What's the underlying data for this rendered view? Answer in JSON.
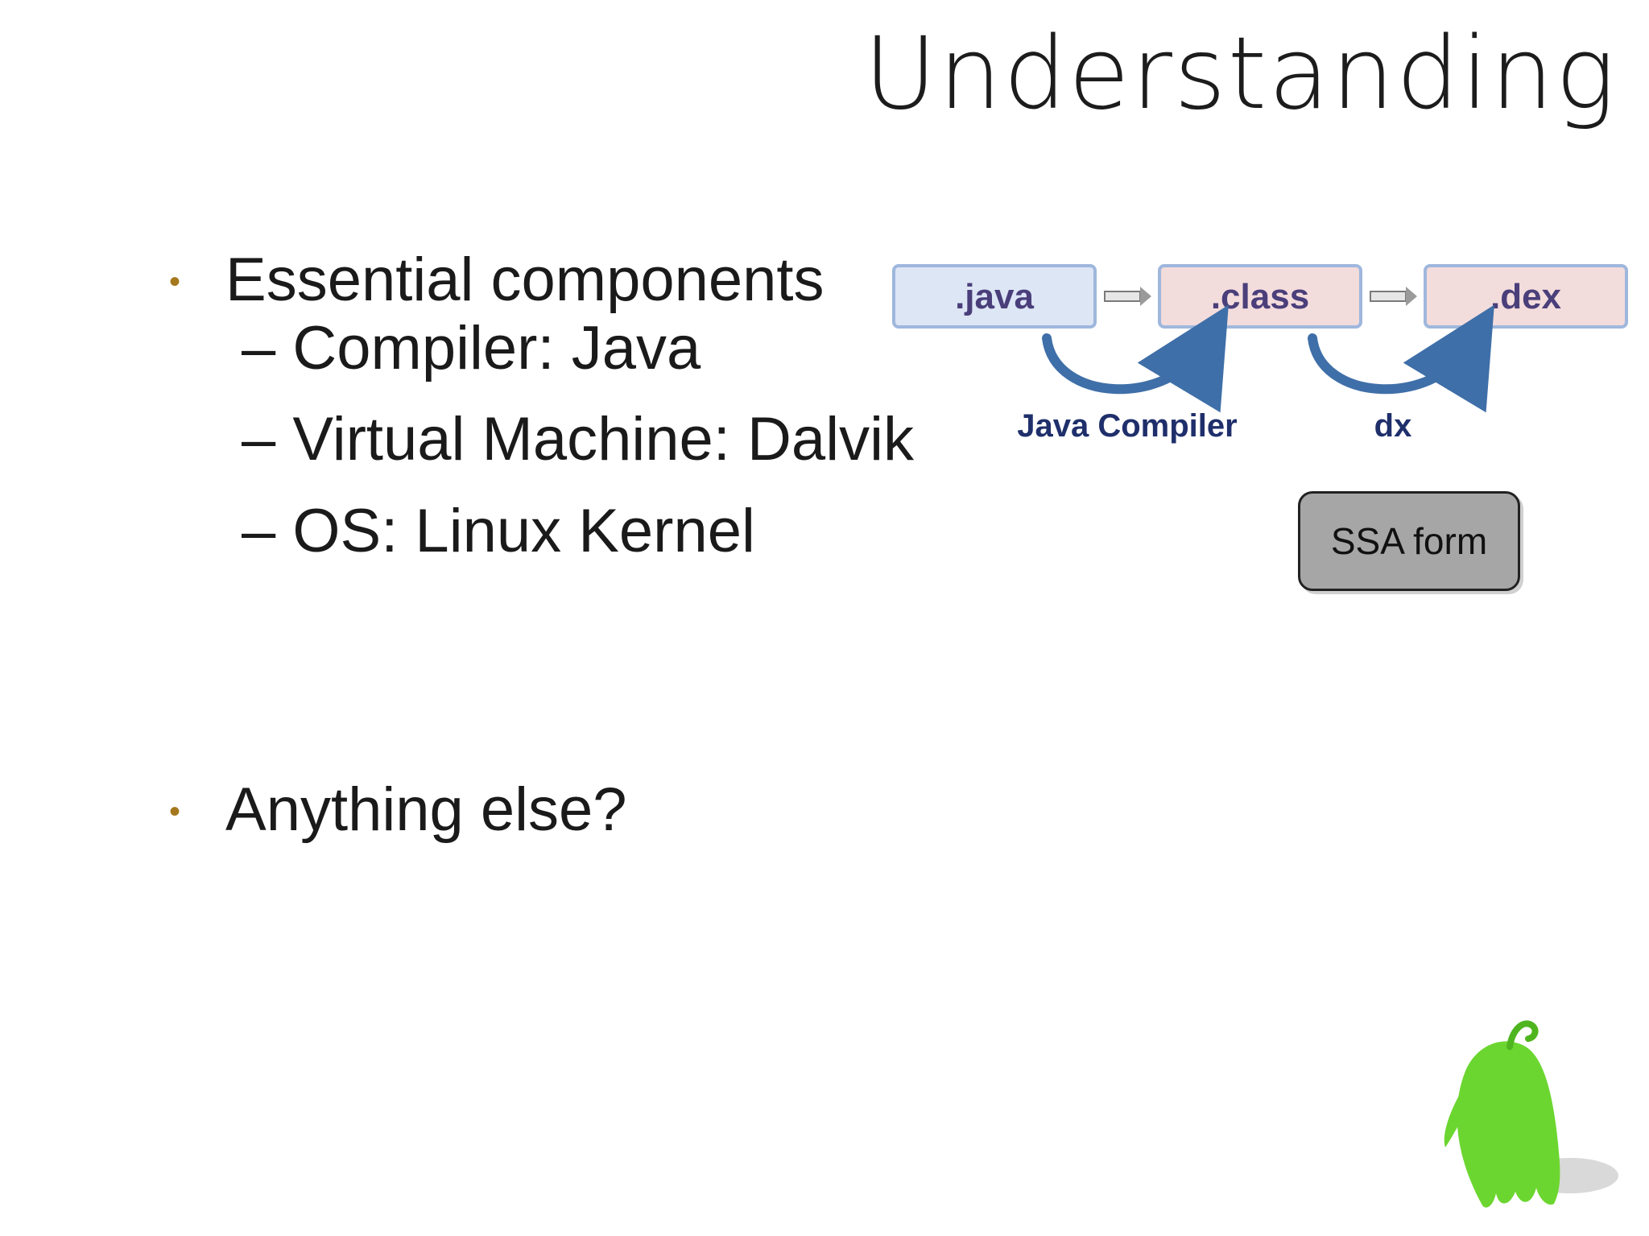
{
  "slide": {
    "title": "Understanding",
    "bullets": [
      {
        "text": "Essential components",
        "subitems": [
          "– Compiler: Java",
          "– Virtual Machine: Dalvik",
          "– OS: Linux Kernel"
        ]
      },
      {
        "text": "Anything else?"
      }
    ],
    "bullet_glyph": "•"
  },
  "diagram": {
    "boxes": [
      ".java",
      ".class",
      ".dex"
    ],
    "arrow_labels": [
      "Java Compiler",
      "dx"
    ],
    "ssa_label": "SSA form"
  },
  "colors": {
    "bullet": "#a5781d",
    "java_box_fill": "#dde6f5",
    "class_box_fill": "#f3dcdc",
    "box_border": "#9fb7dd",
    "box_text": "#4a3f7a",
    "curve_arrow": "#3f6fa8",
    "label_text": "#1f2f6b",
    "ssa_fill": "#a6a6a6",
    "mascot_green": "#6cd630"
  },
  "icons": {
    "mascot": "green-android-mascot-icon",
    "flow_arrow": "double-arrow-right-icon"
  }
}
